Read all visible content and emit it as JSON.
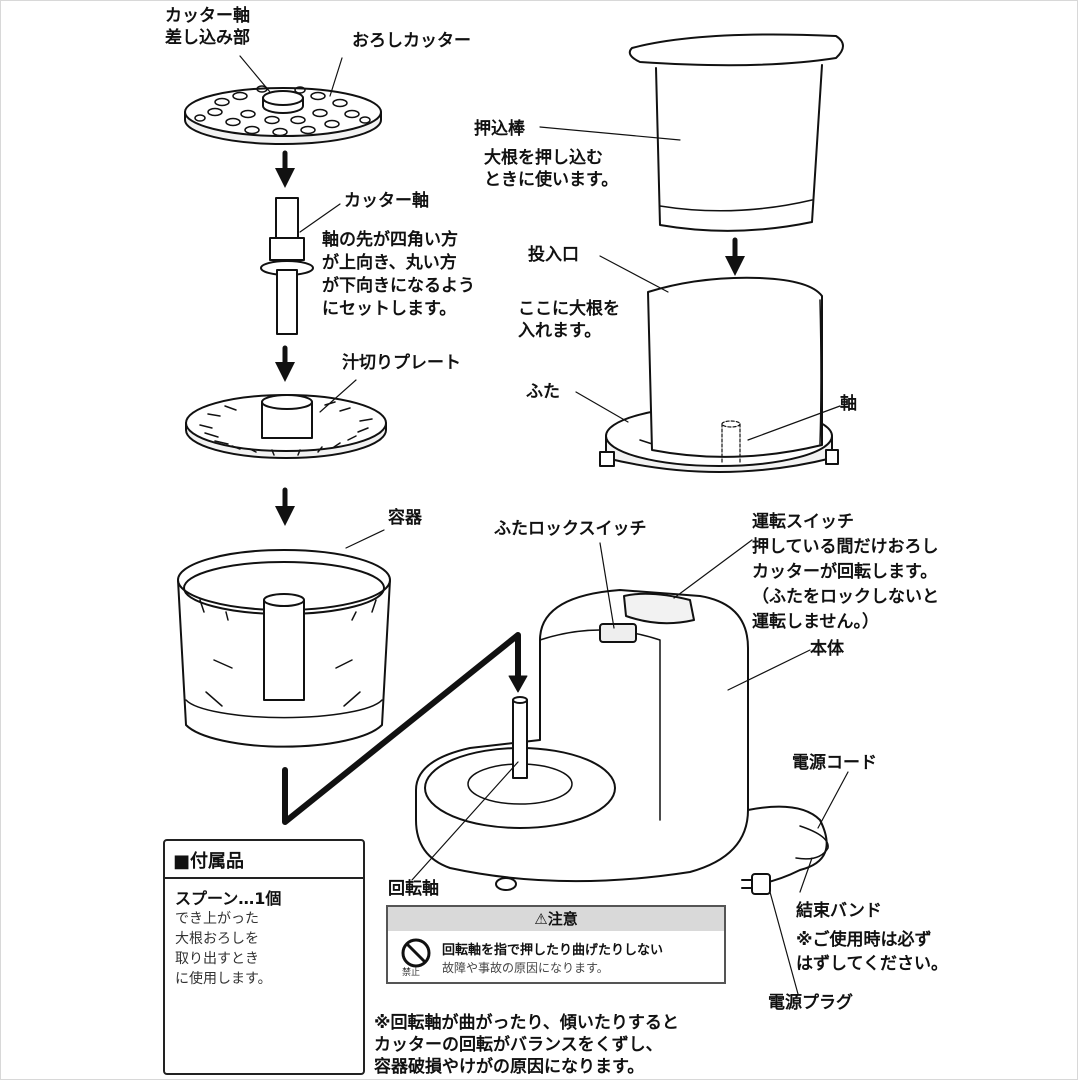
{
  "labels": {
    "cutter_shaft_insert": [
      "カッター軸",
      "差し込み部"
    ],
    "grater_cutter": "おろしカッター",
    "cutter_shaft": "カッター軸",
    "cutter_shaft_note": [
      "軸の先が四角い方",
      "が上向き、丸い方",
      "が下向きになるよう",
      "にセットします。"
    ],
    "juice_plate": "汁切りプレート",
    "container": "容器",
    "pusher": "押込棒",
    "pusher_note": [
      "大根を押し込む",
      "ときに使います。"
    ],
    "inlet": "投入口",
    "inlet_note": [
      "ここに大根を",
      "入れます。"
    ],
    "lid": "ふた",
    "shaft": "軸",
    "lid_lock_switch": "ふたロックスイッチ",
    "run_switch": "運転スイッチ",
    "run_switch_note": [
      "押している間だけおろし",
      "カッターが回転します。",
      "（ふたをロックしないと",
      "運転しません。）"
    ],
    "body": "本体",
    "power_cord": "電源コード",
    "binding_band": "結束バンド",
    "binding_band_note": [
      "※ご使用時は必ず",
      "はずしてください。"
    ],
    "power_plug": "電源プラグ",
    "rotation_shaft": "回転軸"
  },
  "accessories": {
    "title": "■付属品",
    "spoon": "スプーン…1個",
    "spoon_note": [
      "でき上がった",
      "大根おろしを",
      "取り出すとき",
      "に使用します。"
    ]
  },
  "caution": {
    "header": "⚠注意",
    "main": "回転軸を指で押したり曲げたりしない",
    "sub": "故障や事故の原因になります。",
    "prohibit_label": "禁止"
  },
  "bottom_note": [
    "※回転軸が曲がったり、傾いたりすると",
    "カッターの回転がバランスをくずし、",
    "容器破損やけがの原因になります。"
  ]
}
